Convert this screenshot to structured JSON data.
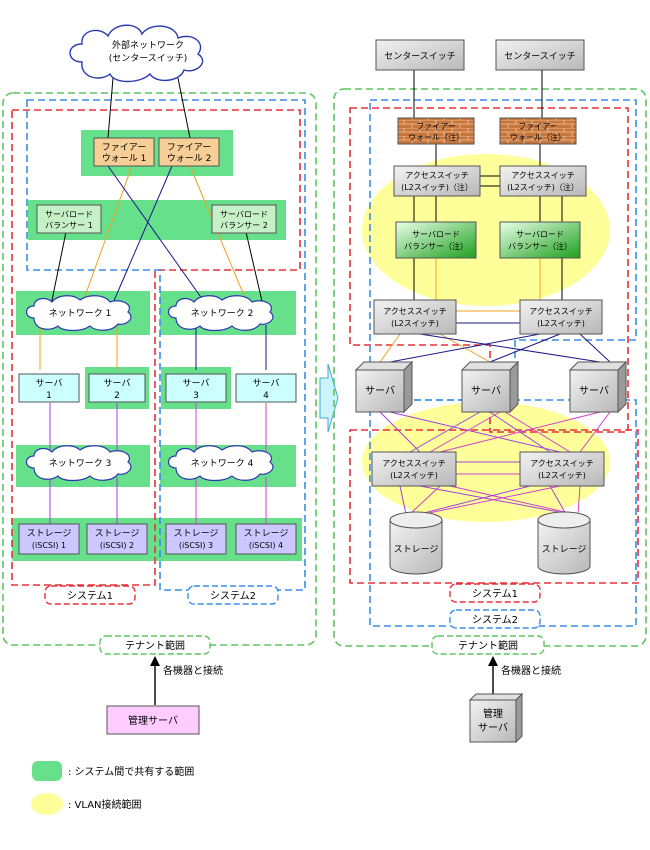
{
  "colors": {
    "shared_area": "#66e08a",
    "vlan_area": "#ffff99",
    "tenant_border": "#5ec45e",
    "system1_border": "#e8303a",
    "system2_border": "#3a8ee8",
    "firewall": "#f7ce95",
    "lb": "#c6f0c6",
    "server": "#ccffff",
    "storage": "#ccc8ff",
    "mgmt": "#ffccff",
    "orange_link": "#f0a020",
    "navy_link": "#1a1a8a",
    "purple_link": "#a040e0",
    "magenta_link": "#d040d0"
  },
  "left": {
    "external_network": [
      "外部ネットワーク",
      "(センタースイッチ)"
    ],
    "firewalls": [
      [
        "ファイアー",
        "ウォール 1"
      ],
      [
        "ファイアー",
        "ウォール 2"
      ]
    ],
    "load_balancers": [
      [
        "サーバロード",
        "バランサー 1"
      ],
      [
        "サーバロード",
        "バランサー 2"
      ]
    ],
    "networks_upper": [
      "ネットワーク 1",
      "ネットワーク 2"
    ],
    "servers": [
      [
        "サーバ",
        "1"
      ],
      [
        "サーバ",
        "2"
      ],
      [
        "サーバ",
        "3"
      ],
      [
        "サーバ",
        "4"
      ]
    ],
    "networks_lower": [
      "ネットワーク 3",
      "ネットワーク 4"
    ],
    "storages": [
      [
        "ストレージ",
        "(iSCSI) 1"
      ],
      [
        "ストレージ",
        "(iSCSI) 2"
      ],
      [
        "ストレージ",
        "(iSCSI) 3"
      ],
      [
        "ストレージ",
        "(iSCSI) 4"
      ]
    ],
    "system1_label": "システム1",
    "system2_label": "システム2",
    "tenant_label": "テナント範囲",
    "connect_label": "各機器と接続",
    "mgmt_server": "管理サーバ"
  },
  "right": {
    "center_switches": [
      "センタースイッチ",
      "センタースイッチ"
    ],
    "firewalls": [
      [
        "ファイアー",
        "ウォール（注）"
      ],
      [
        "ファイアー",
        "ウォール（注）"
      ]
    ],
    "access_switches_top": [
      [
        "アクセススイッチ",
        "(L2スイッチ)（注）"
      ],
      [
        "アクセススイッチ",
        "(L2スイッチ)（注）"
      ]
    ],
    "load_balancers": [
      [
        "サーバロード",
        "バランサー（注）"
      ],
      [
        "サーバロード",
        "バランサー（注）"
      ]
    ],
    "access_switches_mid": [
      [
        "アクセススイッチ",
        "(L2スイッチ)"
      ],
      [
        "アクセススイッチ",
        "(L2スイッチ)"
      ]
    ],
    "servers": [
      "サーバ",
      "サーバ",
      "サーバ"
    ],
    "access_switches_bottom": [
      [
        "アクセススイッチ",
        "(L2スイッチ)"
      ],
      [
        "アクセススイッチ",
        "(L2スイッチ)"
      ]
    ],
    "storages": [
      "ストレージ",
      "ストレージ"
    ],
    "system1_label": "システム1",
    "system2_label": "システム2",
    "tenant_label": "テナント範囲",
    "connect_label": "各機器と接続",
    "mgmt_server": [
      "管理",
      "サーバ"
    ]
  },
  "legend": {
    "shared": ": システム間で共有する範囲",
    "vlan": ": VLAN接続範囲"
  }
}
